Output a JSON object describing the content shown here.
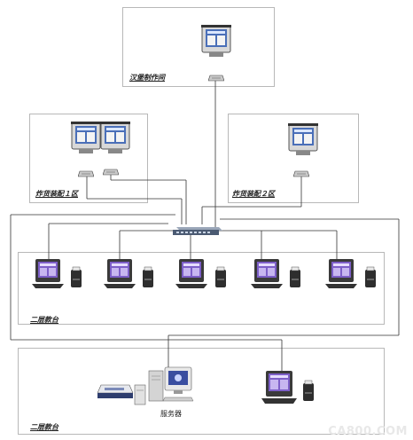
{
  "zones": {
    "burger_room": "汉堡制作间",
    "pack_area_1": "炸货装配１区",
    "pack_area_2": "炸货装配２区",
    "floor2_counter": "二层款台",
    "floor1_counter": "二层款台"
  },
  "labels": {
    "server": "服务器"
  },
  "watermark": "CA800.COM",
  "icons": {
    "kitchen_display": "crt-monitor-icon",
    "bump_bar": "keypad-icon",
    "pos_terminal": "pos-touchscreen-icon",
    "receipt_printer": "receipt-printer-icon",
    "switch": "network-switch-icon",
    "server": "desktop-computer-icon",
    "card_reader": "card-reader-icon"
  }
}
